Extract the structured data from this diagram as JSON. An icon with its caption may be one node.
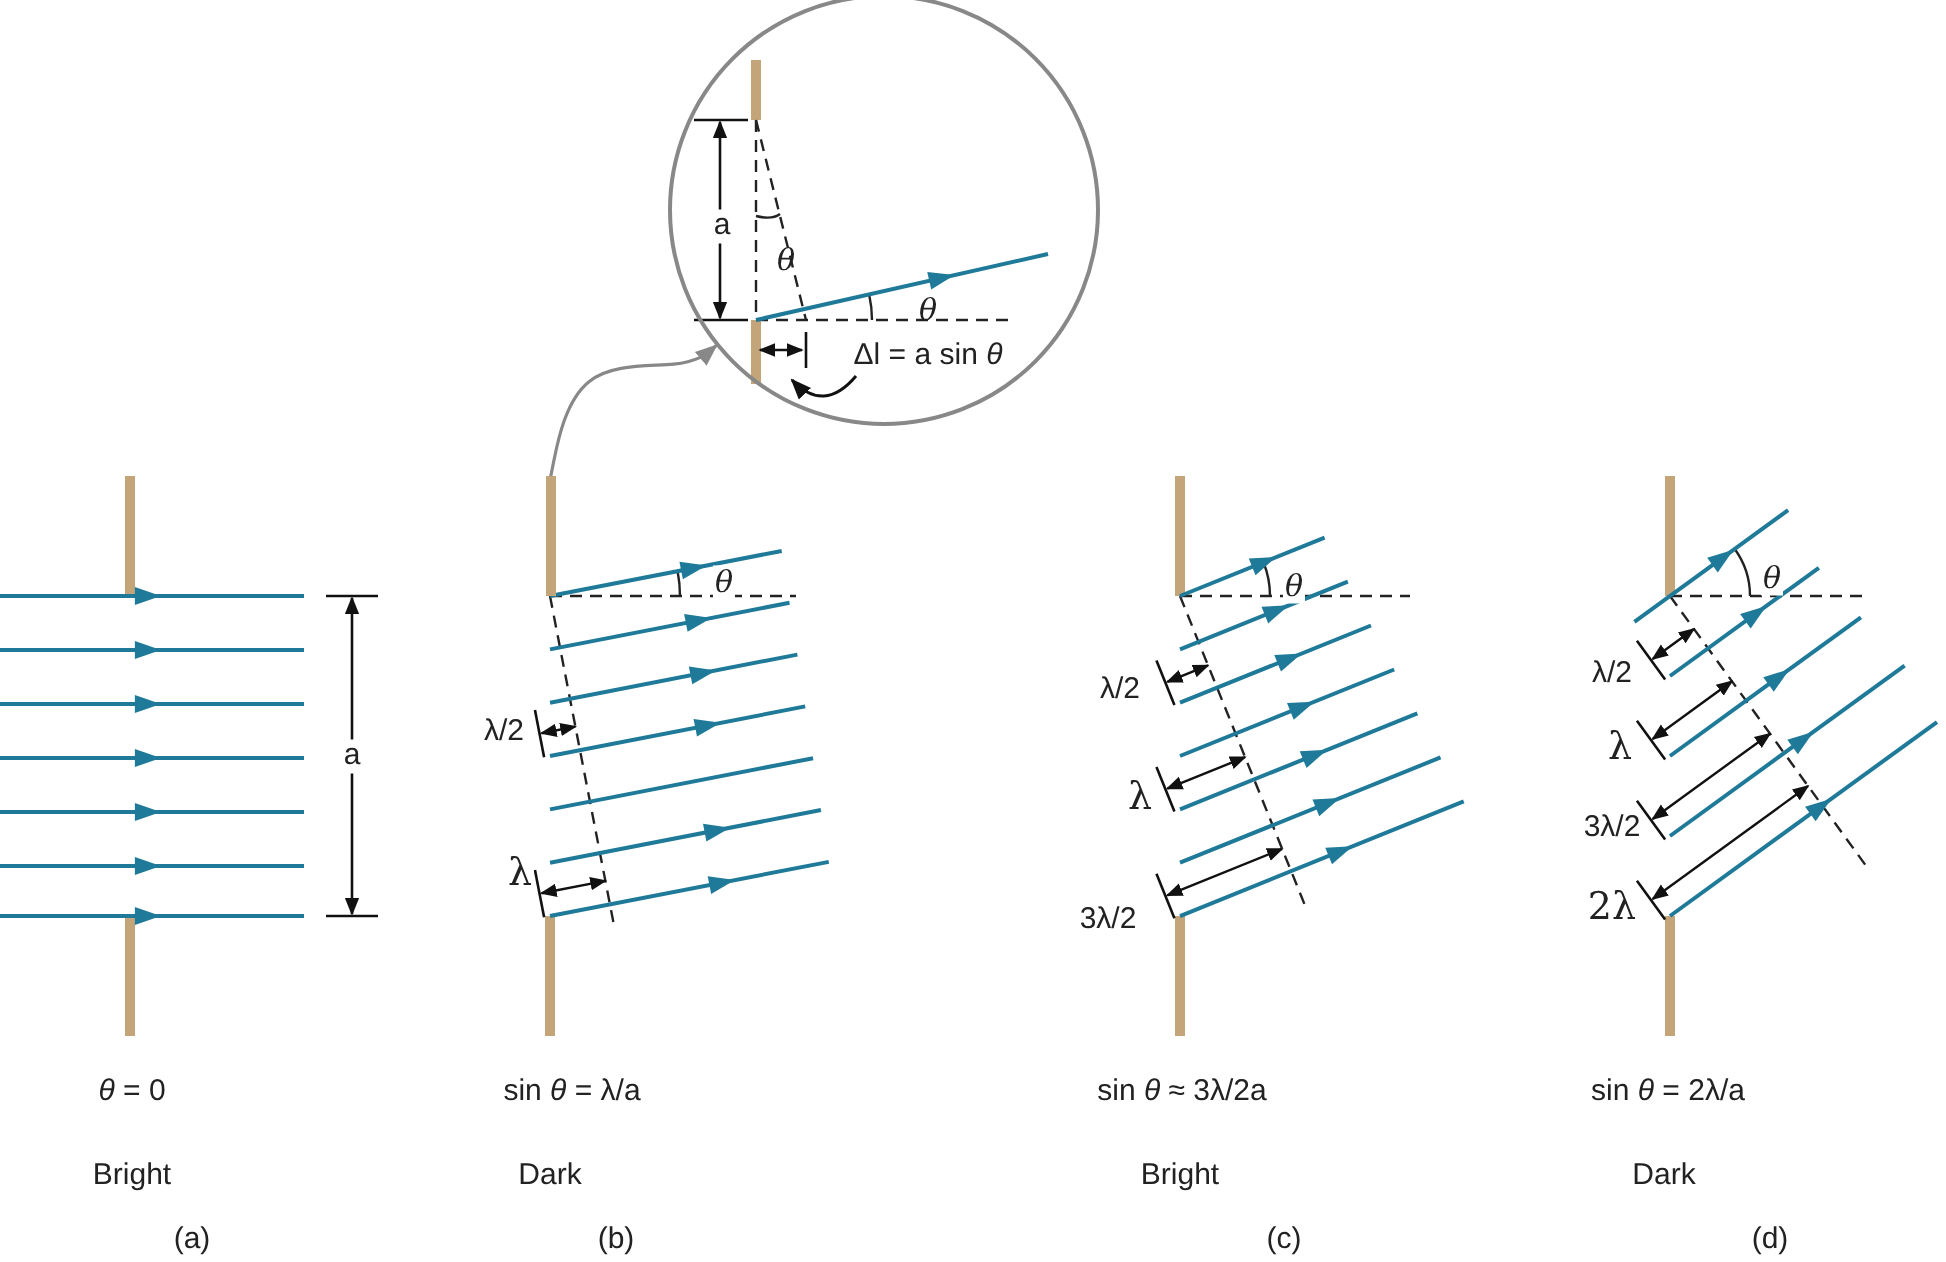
{
  "diagram": {
    "nodes": [
      {
        "text": [
          "a",
          "θ",
          "θ",
          "Δl = a sin *θ*"
        ]
      },
      {
        "text": [],
        "shape": "bar"
      }
    ],
    "edges": [
      {
        "from": 1,
        "to": 0,
        "arrow": "to"
      }
    ],
    "labels": [
      "a",
      "*θ* = 0",
      "Bright",
      "(a)",
      "θ",
      "λ/2",
      "λ",
      "sin *θ* = λ/a",
      "Dark",
      "(b)",
      "θ",
      "λ/2",
      "λ",
      "3λ/2",
      "sin *θ* ≈ 3λ/2a",
      "Bright",
      "(c)",
      "θ",
      "λ/2",
      "λ",
      "3λ/2",
      "2λ",
      "sin *θ* = 2λ/a",
      "Dark",
      "(d)"
    ]
  }
}
